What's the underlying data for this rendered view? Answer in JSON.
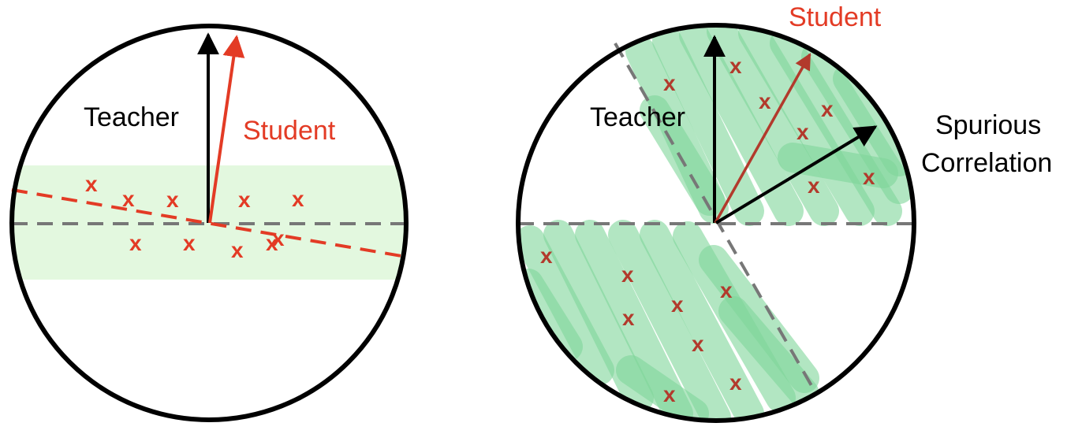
{
  "left_panel": {
    "teacher_label": "Teacher",
    "student_label": "Student",
    "sample_marks": [
      "x",
      "x",
      "x",
      "x",
      "x",
      "x",
      "x",
      "x",
      "x",
      "x"
    ]
  },
  "right_panel": {
    "teacher_label": "Teacher",
    "student_label": "Student",
    "spurious_label_line1": "Spurious",
    "spurious_label_line2": "Correlation",
    "sample_marks": [
      "x",
      "x",
      "x",
      "x",
      "x",
      "x",
      "x",
      "x",
      "x",
      "x",
      "x",
      "x",
      "x",
      "x",
      "x"
    ]
  },
  "colors": {
    "black": "#000000",
    "red": "#e33b25",
    "dark_red": "#b23a2c",
    "dashed_gray": "#777777",
    "band_green": "#e3f8df",
    "scribble_green": "#7fd59a"
  }
}
